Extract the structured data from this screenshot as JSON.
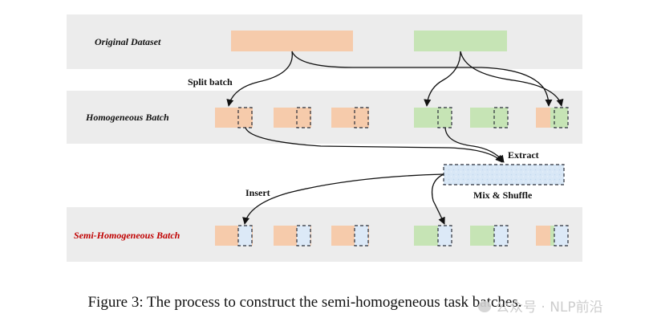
{
  "colors": {
    "band": "#ececec",
    "orange": "#f6cbab",
    "green": "#c6e4b5",
    "blue": "#dce9f7",
    "dashed_stroke": "#2a2f3a",
    "arrow": "#111111",
    "semi_label": "#c00000",
    "label": "#111111"
  },
  "rows": {
    "original": {
      "label": "Original Dataset"
    },
    "homogeneous": {
      "label": "Homogeneous Batch"
    },
    "semi": {
      "label": "Semi-Homogeneous Batch"
    }
  },
  "steps": {
    "split": "Split batch",
    "extract": "Extract",
    "insert": "Insert",
    "mix": "Mix & Shuffle"
  },
  "caption": "Figure 3: The process to construct the semi-homogeneous task batches.",
  "watermark": {
    "logo_icon": "wechat-logo-icon",
    "text": "公众号 · NLP前沿"
  }
}
